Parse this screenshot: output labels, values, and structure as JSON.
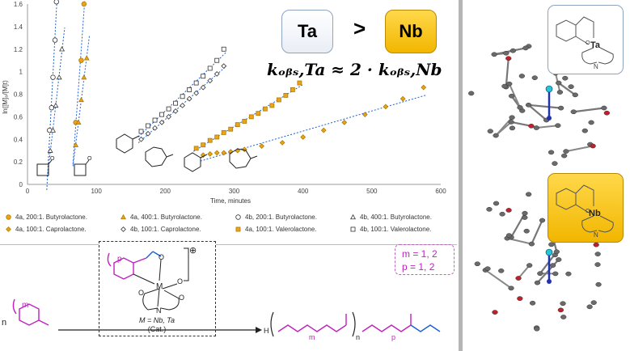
{
  "chart_data": {
    "type": "scatter",
    "xlabel": "Time, minutes",
    "ylabel": "ln([M]₀/[M]t)",
    "xlim": [
      0,
      600
    ],
    "ylim": [
      0,
      1.6
    ],
    "xticks": [
      0,
      100,
      200,
      300,
      400,
      500,
      600
    ],
    "yticks": [
      0,
      0.2,
      0.4,
      0.6,
      0.8,
      1,
      1.2,
      1.4,
      1.6
    ],
    "series": [
      {
        "name": "4a, 200:1. Butyrolactone.",
        "marker": "circle-filled",
        "color": "#e8a51a",
        "x": [
          70,
          78,
          82
        ],
        "y": [
          0.55,
          1.1,
          1.6
        ]
      },
      {
        "name": "4a, 400:1. Butyrolactone.",
        "marker": "triangle-filled",
        "color": "#e8a51a",
        "x": [
          70,
          74,
          78,
          82,
          86
        ],
        "y": [
          0.35,
          0.55,
          0.75,
          0.95,
          1.12
        ]
      },
      {
        "name": "4b, 200:1. Butyrolactone.",
        "marker": "circle-open",
        "color": "#333333",
        "x": [
          32,
          35,
          37,
          40,
          42
        ],
        "y": [
          0.48,
          0.68,
          0.95,
          1.28,
          1.62
        ]
      },
      {
        "name": "4b, 400:1. Butyrolactone.",
        "marker": "triangle-open",
        "color": "#333333",
        "x": [
          33,
          37,
          41,
          46,
          50
        ],
        "y": [
          0.3,
          0.48,
          0.7,
          0.95,
          1.2
        ]
      },
      {
        "name": "4a, 100:1. Caprolactone.",
        "marker": "diamond-filled",
        "color": "#e8a51a",
        "x": [
          255,
          265,
          275,
          285,
          295,
          305,
          315,
          340,
          370,
          400,
          430,
          460,
          490,
          520,
          545,
          575
        ],
        "y": [
          0.26,
          0.27,
          0.28,
          0.28,
          0.29,
          0.3,
          0.31,
          0.34,
          0.37,
          0.42,
          0.48,
          0.55,
          0.62,
          0.69,
          0.76,
          0.86
        ]
      },
      {
        "name": "4b, 100:1. Caprolactone.",
        "marker": "diamond-open",
        "color": "#333333",
        "x": [
          165,
          175,
          185,
          195,
          205,
          215,
          225,
          235,
          245,
          255,
          265,
          275,
          285
        ],
        "y": [
          0.4,
          0.45,
          0.5,
          0.55,
          0.6,
          0.65,
          0.7,
          0.76,
          0.81,
          0.86,
          0.92,
          0.98,
          1.05
        ]
      },
      {
        "name": "4a, 100:1. Valerolactone.",
        "marker": "square-filled",
        "color": "#e8a51a",
        "x": [
          245,
          255,
          265,
          275,
          285,
          295,
          305,
          315,
          325,
          335,
          345,
          355,
          365,
          375,
          385,
          395
        ],
        "y": [
          0.32,
          0.35,
          0.39,
          0.42,
          0.46,
          0.49,
          0.53,
          0.56,
          0.6,
          0.63,
          0.67,
          0.7,
          0.75,
          0.79,
          0.84,
          0.9
        ]
      },
      {
        "name": "4b, 100:1. Valerolactone.",
        "marker": "square-open",
        "color": "#333333",
        "x": [
          165,
          175,
          185,
          195,
          205,
          215,
          225,
          235,
          245,
          255,
          265,
          275,
          285
        ],
        "y": [
          0.47,
          0.52,
          0.57,
          0.62,
          0.67,
          0.72,
          0.78,
          0.84,
          0.9,
          0.96,
          1.03,
          1.1,
          1.2
        ]
      }
    ]
  },
  "header": {
    "ta_symbol": "Ta",
    "gt_symbol": ">",
    "nb_symbol": "Nb",
    "rate_relation": "kₒᵦₛ,Ta ≈ 2 · kₒᵦₛ,Nb"
  },
  "catalyst": {
    "charge": "⊕",
    "metal_label": "M",
    "caption_m": "M = Nb, Ta",
    "caption_cat": "(Cat.)",
    "p_label": "p",
    "o_label": "O",
    "n_label": "N"
  },
  "reaction": {
    "n_label": "n",
    "m_label": "m",
    "h_label": "H",
    "n_sub": "n"
  },
  "conditions": {
    "m_values": "m = 1, 2",
    "p_values": "p = 1, 2"
  },
  "complexes": {
    "ta_label": "Ta",
    "nb_label": "Nb",
    "n_label": "N",
    "o_label": "O"
  },
  "colors": {
    "gold": "#f2b600",
    "magenta": "#c020c0",
    "blue_line": "#1a5fd6",
    "ta_border": "#8ea4bf"
  }
}
